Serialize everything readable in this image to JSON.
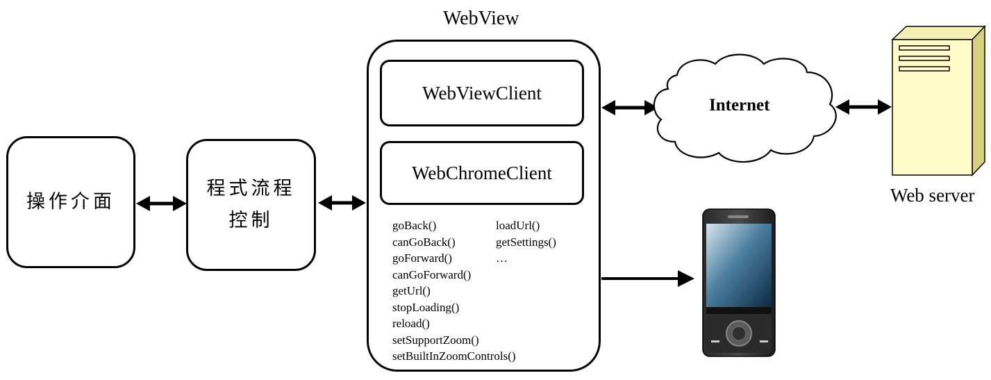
{
  "ui": {
    "ui_box": {
      "line1": "操作介面"
    },
    "control_box": {
      "line1": "程式流程",
      "line2": "控制"
    },
    "webview": {
      "title": "WebView",
      "client": "WebViewClient",
      "chrome_client": "WebChromeClient",
      "methods_left": [
        "goBack()",
        "canGoBack()",
        "goForward()",
        "canGoForward()",
        "getUrl()",
        "stopLoading()",
        "reload()",
        "setSupportZoom()",
        "setBuiltInZoomControls()"
      ],
      "methods_right": [
        "loadUrl()",
        "getSettings()",
        "…"
      ]
    },
    "internet": {
      "label": "Internet"
    },
    "server": {
      "label": "Web server"
    }
  }
}
